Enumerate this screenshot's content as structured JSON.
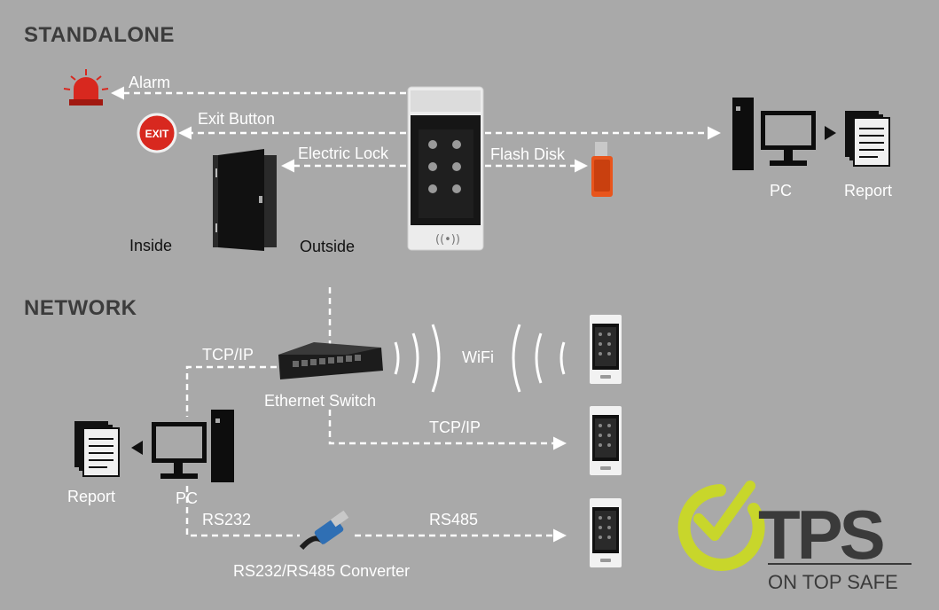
{
  "sections": {
    "standalone": "STANDALONE",
    "network": "NETWORK"
  },
  "standalone": {
    "alarm": "Alarm",
    "exit_button": "Exit Button",
    "exit_sign": "EXIT",
    "electric_lock": "Electric Lock",
    "flash_disk": "Flash Disk",
    "inside": "Inside",
    "outside": "Outside",
    "pc": "PC",
    "report": "Report"
  },
  "network": {
    "tcpip_pc": "TCP/IP",
    "ethernet_switch": "Ethernet Switch",
    "wifi": "WiFi",
    "tcpip_device": "TCP/IP",
    "report": "Report",
    "pc": "PC",
    "rs232": "RS232",
    "rs485": "RS485",
    "converter": "RS232/RS485 Converter"
  },
  "logo": {
    "letters": "TPS",
    "tagline": "ON TOP SAFE"
  },
  "colors": {
    "background": "#a9a9a9",
    "line": "#ffffff",
    "section_title": "#3c3c3c",
    "logo_green": "#c8d62b",
    "logo_dark": "#3a3a3a",
    "alarm_red": "#d8281f",
    "flash_orange": "#e8551c"
  }
}
